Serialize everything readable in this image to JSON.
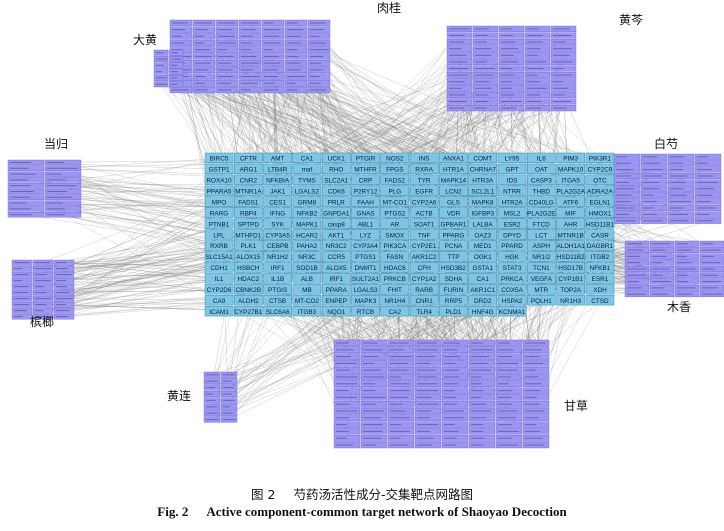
{
  "herbs": [
    {
      "key": "rougui",
      "label": "肉桂"
    },
    {
      "key": "huangqin",
      "label": "黄芩"
    },
    {
      "key": "dahuang",
      "label": "大黄"
    },
    {
      "key": "danggui",
      "label": "当归"
    },
    {
      "key": "baishao",
      "label": "白芍"
    },
    {
      "key": "binglang",
      "label": "槟榔"
    },
    {
      "key": "muxiang",
      "label": "木香"
    },
    {
      "key": "huanglian",
      "label": "黄连"
    },
    {
      "key": "gancao",
      "label": "甘草"
    }
  ],
  "targets": [
    [
      "BIRC5",
      "CFTR",
      "AMT",
      "CA1",
      "UCK1",
      "PTGIR",
      "NOS2",
      "INS",
      "ANXA1",
      "COMT",
      "LY95",
      "IL6",
      "PIM3",
      "PIK3R1"
    ],
    [
      "GSTP1",
      "ARG1",
      "LTB4R",
      "maf",
      "RHO",
      "MTHFR",
      "FPGS",
      "RXRA",
      "HTR1A",
      "CHRNA7",
      "GPT",
      "OAT",
      "MAPK10",
      "CYP2C9"
    ],
    [
      "ROXA10",
      "CNR2",
      "NFKBIA",
      "TYMS",
      "SLC2A1",
      "CRP",
      "FADS2",
      "TYR",
      "MAPK14",
      "HTR3A",
      "IDS",
      "CASP3",
      "ITGA5",
      "OTC"
    ],
    [
      "PPARA5",
      "MTNR1A",
      "JAK1",
      "LGALS2",
      "CDK6",
      "P2RY12",
      "PLG",
      "EGFR",
      "LCN2",
      "SCL2L1",
      "NTRR",
      "THBD",
      "PLA2G2A",
      "ADRA2A"
    ],
    [
      "MPO",
      "FADS1",
      "CES1",
      "GRM8",
      "PRLR",
      "FAAH",
      "MT-CO1",
      "CYP2A6",
      "GLS",
      "MAPK8",
      "HTR2A",
      "CD40LG",
      "ATF6",
      "EGLN1"
    ],
    [
      "RARG",
      "RBP4",
      "IFNG",
      "NFKB2",
      "GNPDA1",
      "GNAS",
      "PTGS2",
      "ACTB",
      "VDR",
      "IGFBP3",
      "MSL2",
      "PLA2G2E",
      "MIF",
      "HMOX1"
    ],
    [
      "PTNB1",
      "SPTPD",
      "SYK",
      "MAPK1",
      "casp8",
      "ABL1",
      "AR",
      "SOAT1",
      "GPBAR1",
      "LALBA",
      "ESR2",
      "FTCD",
      "AHR",
      "HSD11B1"
    ],
    [
      "LPL",
      "MTHFD1",
      "CYP3A5",
      "HCAR2",
      "AKT1",
      "LYZ",
      "SMOX",
      "TNF",
      "PPARG",
      "OAZ3",
      "DPYD",
      "LCT",
      "MTNR1B",
      "CASR"
    ],
    [
      "RXRB",
      "PLK1",
      "CEBPB",
      "PAHA2",
      "NR3C2",
      "CYP3A4",
      "PIK3CA",
      "CYP2E1",
      "PCNA",
      "MED1",
      "PPARD",
      "ASPH",
      "ALDH1A1",
      "DAGBR1"
    ],
    [
      "SLC15A1",
      "ALOX15",
      "NR1H2",
      "NR3C",
      "CCR5",
      "PTGS1",
      "FASN",
      "AKR1C2",
      "TTP",
      "OGK1",
      "HGK",
      "NR1I2",
      "HSD11B2",
      "ITGB2"
    ],
    [
      "CDH1",
      "HSBCH",
      "IRF1",
      "SOD1B",
      "ALOX5",
      "DNMT1",
      "HDAC6",
      "CFH",
      "HSD3B2",
      "GSTA1",
      "STAT3",
      "TCN1",
      "HSD17B",
      "NFKB1"
    ],
    [
      "IL1",
      "HDAC2",
      "IL1B",
      "ALB",
      "IRF1",
      "SULT2A1",
      "PRKCB",
      "CYP1A2",
      "SDHA",
      "CA1",
      "PRKCA",
      "VEGFA",
      "CYP1B1",
      "ESR1"
    ],
    [
      "CYP2D6",
      "CBNK2B",
      "PTGIS",
      "MB",
      "PPARA",
      "LGALS3",
      "FHIT",
      "RARB",
      "FURIN",
      "AKR1C1",
      "COX5A",
      "MTR",
      "TOP2A",
      "XDH"
    ],
    [
      "CA9",
      "ALDH2",
      "CTSB",
      "MT-CO2",
      "ENPEP",
      "MAPK3",
      "NR1H4",
      "CNR1",
      "RRP5",
      "DRD2",
      "HSPA2",
      "PQLH1",
      "NR1H3",
      "CTSD"
    ],
    [
      "ICAM1",
      "CYP27B1",
      "SLC6A6",
      "ITGB3",
      "NQO1",
      "RTCB",
      "CA2",
      "TLR4",
      "PLD1",
      "HNF4G",
      "KCNMA1"
    ]
  ],
  "caption": {
    "figure_cn": "图 2",
    "title_cn": "芍药汤活性成分-交集靶点网路图",
    "figure_en": "Fig. 2",
    "title_en": "Active component-common target network of Shaoyao Decoction"
  },
  "colors": {
    "target_fill": "#7ec6e6",
    "target_stroke": "#3a8fb8",
    "compound_fill": "#9b96f2",
    "compound_stroke": "#6a64d6",
    "edge": "#7b7b7b"
  }
}
